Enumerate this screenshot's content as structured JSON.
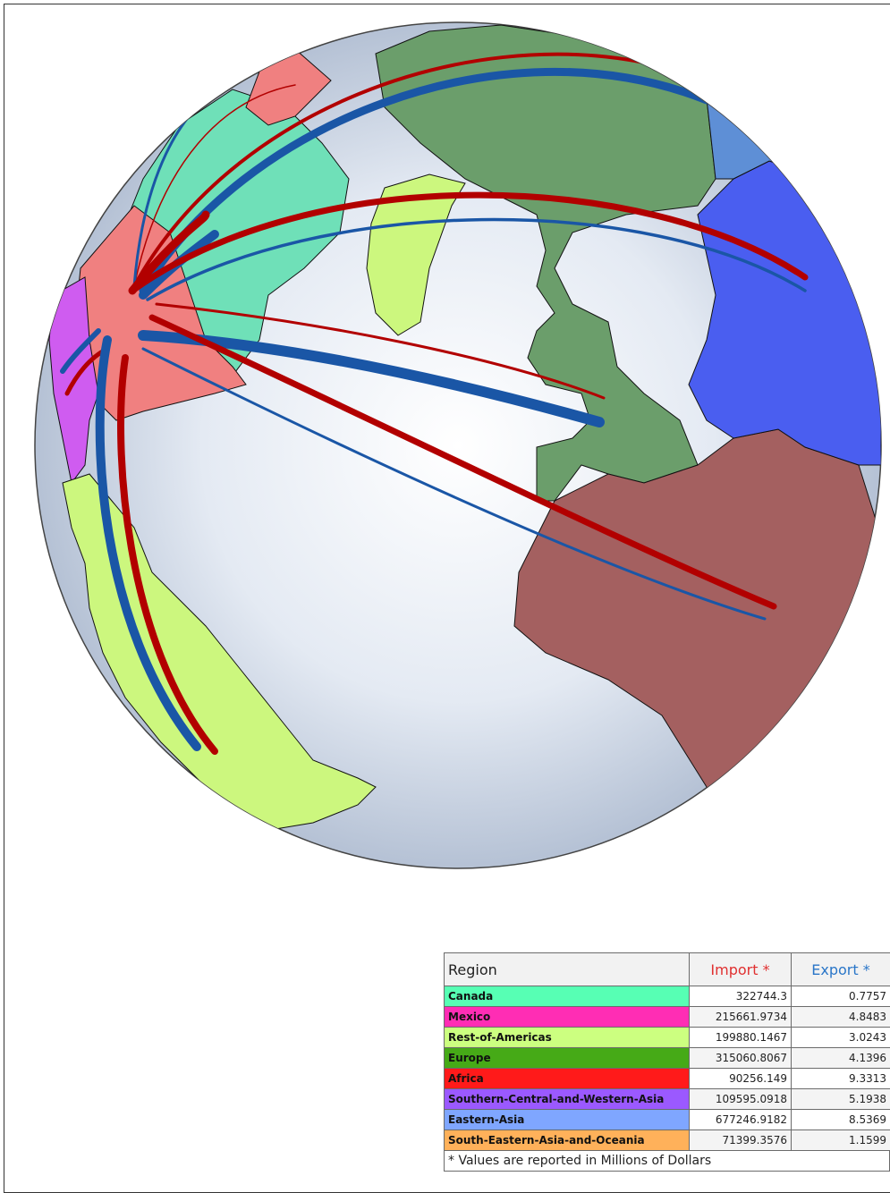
{
  "legend": {
    "headers": {
      "region": "Region",
      "import": "Import *",
      "export": "Export *"
    },
    "rows": [
      {
        "region": "Canada",
        "import": "322744.3",
        "export": "0.7757",
        "color": "#57ffb4"
      },
      {
        "region": "Mexico",
        "import": "215661.9734",
        "export": "4.8483",
        "color": "#ff2db4"
      },
      {
        "region": "Rest-of-Americas",
        "import": "199880.1467",
        "export": "3.0243",
        "color": "#ccff80"
      },
      {
        "region": "Europe",
        "import": "315060.8067",
        "export": "4.1396",
        "color": "#46aa17"
      },
      {
        "region": "Africa",
        "import": "90256.149",
        "export": "9.3313",
        "color": "#ff1a1a"
      },
      {
        "region": "Southern-Central-and-Western-Asia",
        "import": "109595.0918",
        "export": "5.1938",
        "color": "#9b59ff"
      },
      {
        "region": "Eastern-Asia",
        "import": "677246.9182",
        "export": "8.5369",
        "color": "#7fa6ff"
      },
      {
        "region": "South-Eastern-Asia-and-Oceania",
        "import": "71399.3576",
        "export": "1.1599",
        "color": "#ffb15a"
      }
    ],
    "footnote": "*  Values are reported in Millions of Dollars"
  },
  "colors": {
    "import_line": "#b20000",
    "export_line": "#1a56a6",
    "usa": "#f08080",
    "canada": "#6fe0b8",
    "mexico": "#cf5cf0",
    "rest_of_americas": "#ccf77e",
    "europe": "#6b9e6b",
    "africa": "#a46060",
    "western_asia": "#4a5ef0",
    "eastern_asia": "#5e8fd6",
    "ocean": "#dfe6f1"
  }
}
